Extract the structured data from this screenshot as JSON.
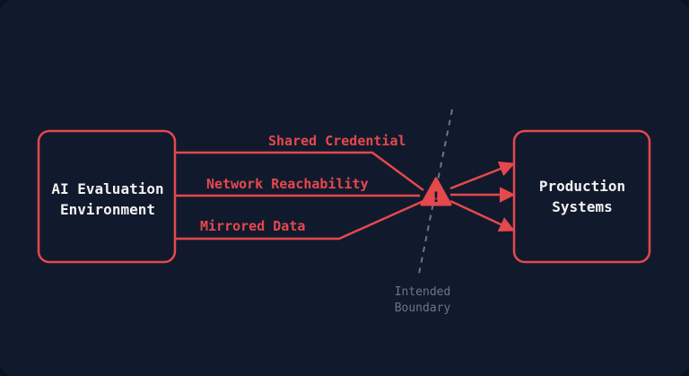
{
  "colors": {
    "background": "#111a2c",
    "accent": "#e5484d",
    "text": "#f2f2f2",
    "muted": "#6e7583"
  },
  "source_box": {
    "line1": "AI Evaluation",
    "line2": "Environment"
  },
  "target_box": {
    "line1": "Production",
    "line2": "Systems"
  },
  "paths": [
    {
      "label": "Shared Credential"
    },
    {
      "label": "Network Reachability"
    },
    {
      "label": "Mirrored Data"
    }
  ],
  "warning": {
    "icon": "warning-triangle-icon",
    "glyph": "!"
  },
  "boundary": {
    "line1": "Intended",
    "line2": "Boundary"
  }
}
